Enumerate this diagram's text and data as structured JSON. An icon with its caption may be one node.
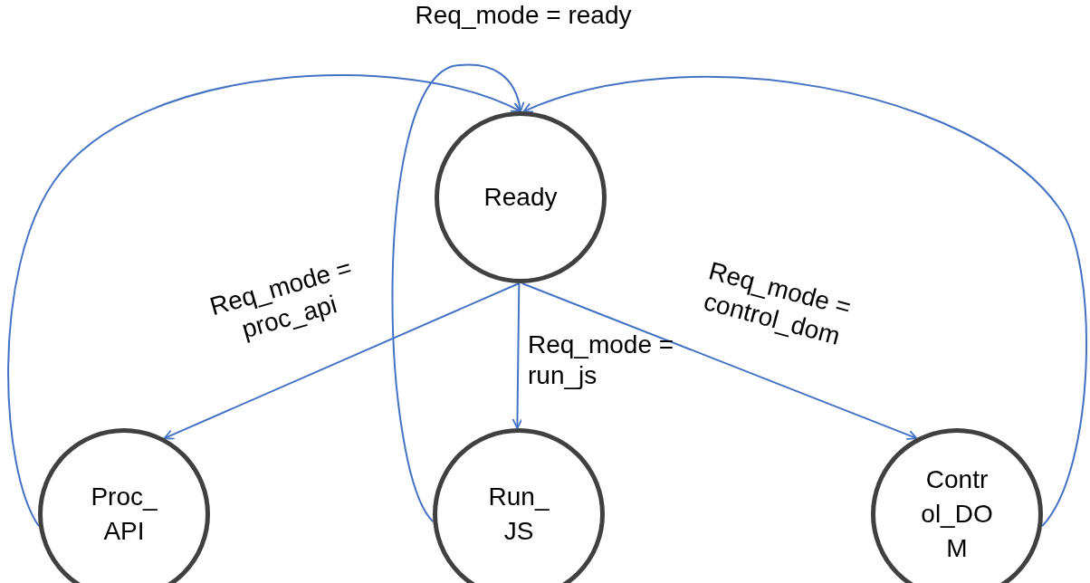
{
  "diagram": {
    "nodes": [
      {
        "text": [
          "Ready"
        ]
      },
      {
        "text": [
          "Proc_API"
        ]
      },
      {
        "text": [
          "Run_JS"
        ]
      },
      {
        "text": [
          "Control_DOM"
        ]
      }
    ],
    "edges": [
      {
        "from": 0,
        "to": 1,
        "arrow": "to",
        "label": "Req_mode = proc_api"
      },
      {
        "from": 0,
        "to": 2,
        "arrow": "to",
        "label": "Req_mode = run_js"
      },
      {
        "from": 0,
        "to": 3,
        "arrow": "to",
        "label": "Req_mode = control_dom"
      },
      {
        "from": 1,
        "to": 0,
        "arrow": "to"
      },
      {
        "from": 2,
        "to": 0,
        "arrow": "to",
        "label": "Req_mode = ready"
      },
      {
        "from": 3,
        "to": 0,
        "arrow": "to"
      }
    ]
  }
}
